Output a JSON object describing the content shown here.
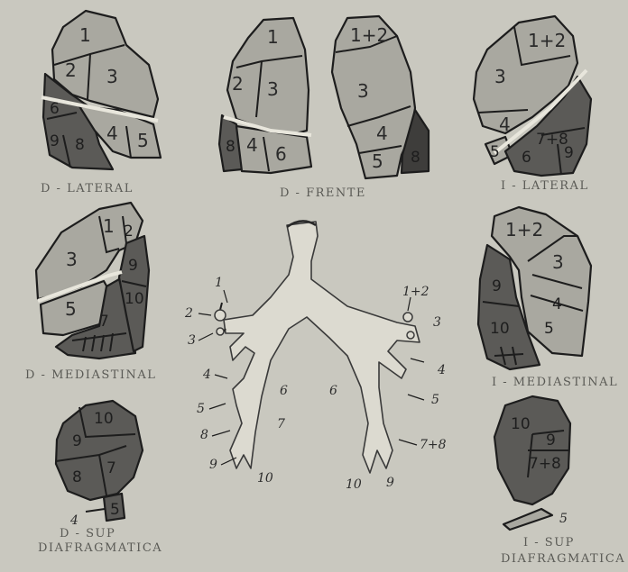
{
  "panels": {
    "d_lateral": {
      "caption": "D - LATERAL",
      "segments": [
        "1",
        "2",
        "3",
        "4",
        "5",
        "6",
        "8",
        "9"
      ]
    },
    "d_frente": {
      "caption": "D - FRENTE",
      "right_segments": [
        "1",
        "2",
        "3",
        "4",
        "6",
        "8"
      ],
      "left_segments": [
        "1+2",
        "3",
        "4",
        "5",
        "8"
      ]
    },
    "i_lateral": {
      "caption": "I - LATERAL",
      "segments": [
        "1+2",
        "3",
        "4",
        "5",
        "6",
        "7+8",
        "9"
      ]
    },
    "d_mediastinal": {
      "caption": "D - MEDIASTINAL",
      "segments": [
        "1",
        "2",
        "3",
        "5",
        "7",
        "9",
        "10"
      ]
    },
    "i_mediastinal": {
      "caption": "I - MEDIASTINAL",
      "segments": [
        "1+2",
        "3",
        "4",
        "5",
        "9",
        "10"
      ]
    },
    "d_sup_diafragmatica": {
      "caption_line1": "D - SUP",
      "caption_line2": "DIAFRAGMATICA",
      "segments": [
        "10",
        "9",
        "8",
        "7",
        "5",
        "4"
      ]
    },
    "i_sup_diafragmatica": {
      "caption_line1": "I - SUP",
      "caption_line2": "DIAFRAGMATICA",
      "segments": [
        "10",
        "9",
        "7+8",
        "5"
      ]
    }
  },
  "bronchial_tree": {
    "right_labels": [
      "1",
      "2",
      "3",
      "4",
      "5",
      "6",
      "7",
      "8",
      "9",
      "10"
    ],
    "left_labels": [
      "1+2",
      "3",
      "4",
      "5",
      "6",
      "7+8",
      "9",
      "10"
    ]
  },
  "colors": {
    "light_segment": "#a9a8a0",
    "dark_segment": "#5b5a57",
    "background": "#c9c8bf"
  }
}
